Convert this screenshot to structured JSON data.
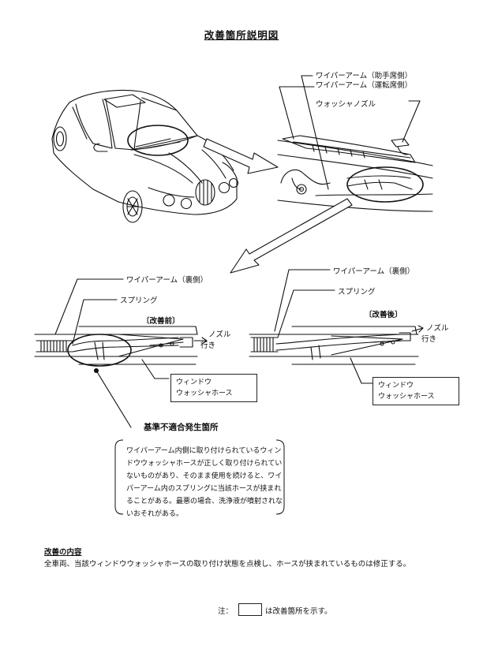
{
  "title": "改善箇所説明図",
  "top_labels": {
    "wiper_arm_driver": "ワイパーアーム（運転席側）",
    "wiper_arm_passenger": "ワイパーアーム（助手席側）",
    "washer_nozzle": "ウォッシャノズル"
  },
  "before": {
    "wiper_arm_back": "ワイパーアーム（裏側）",
    "spring": "スプリング",
    "state": "〔改善前〕",
    "to_nozzle_1": "ノズル",
    "to_nozzle_2": "行き",
    "hose_1": "ウィンドウ",
    "hose_2": "ウォッシャホース"
  },
  "after": {
    "wiper_arm_back": "ワイパーアーム（裏側）",
    "spring": "スプリング",
    "state": "〔改善後〕",
    "to_nozzle_1": "ノズル",
    "to_nozzle_2": "行き",
    "hose_1": "ウィンドウ",
    "hose_2": "ウォッシャホース"
  },
  "defect": {
    "heading": "基準不適合発生箇所",
    "text": "ワイパーアーム内側に取り付けられているウィンドウウォッシャホースが正しく取り付けられていないものがあり、そのまま使用を続けると、ワイパーアーム内のスプリングに当該ホースが挟まれることがある。最悪の場合、洗浄液が噴射されないおそれがある。"
  },
  "remedy": {
    "heading": "改善の内容",
    "text": "全車両、当該ウィンドウウォッシャホースの取り付け状態を点検し、ホースが挟まれているものは修正する。"
  },
  "note": {
    "prefix": "注：",
    "suffix": "は改善箇所を示す。"
  }
}
